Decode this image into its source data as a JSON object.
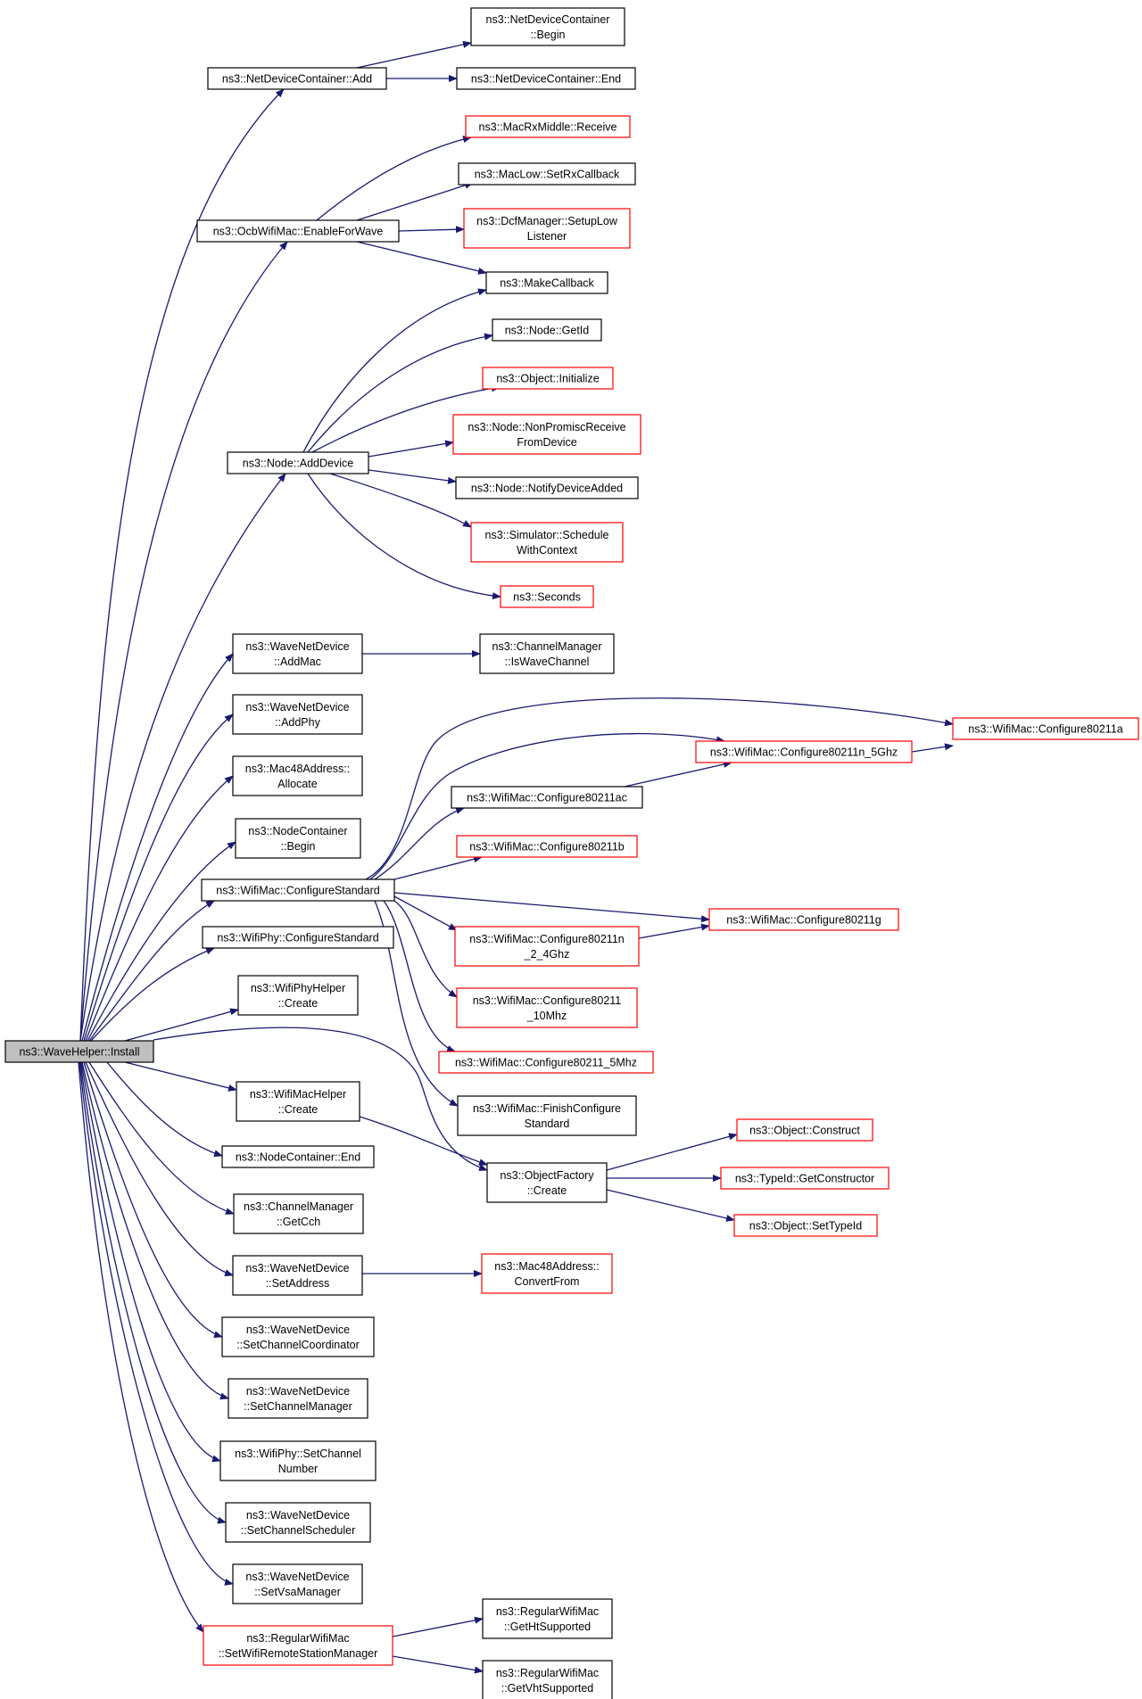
{
  "diagram": {
    "type": "call-graph",
    "colors": {
      "edge": "#191970",
      "border_default": "#000000",
      "border_truncated": "#ff0000",
      "root_fill": "#bfbfbf"
    },
    "nodes": [
      {
        "id": "install",
        "lines": [
          "ns3::WaveHelper::Install"
        ],
        "style": "root"
      },
      {
        "id": "ndc_add",
        "lines": [
          "ns3::NetDeviceContainer::Add"
        ],
        "style": "black"
      },
      {
        "id": "ndc_begin",
        "lines": [
          "ns3::NetDeviceContainer",
          "::Begin"
        ],
        "style": "black"
      },
      {
        "id": "ndc_end",
        "lines": [
          "ns3::NetDeviceContainer::End"
        ],
        "style": "black"
      },
      {
        "id": "ocb_enable",
        "lines": [
          "ns3::OcbWifiMac::EnableForWave"
        ],
        "style": "black"
      },
      {
        "id": "macrx_receive",
        "lines": [
          "ns3::MacRxMiddle::Receive"
        ],
        "style": "red"
      },
      {
        "id": "maclow_setrx",
        "lines": [
          "ns3::MacLow::SetRxCallback"
        ],
        "style": "black"
      },
      {
        "id": "dcf_setup",
        "lines": [
          "ns3::DcfManager::SetupLow",
          "Listener"
        ],
        "style": "red"
      },
      {
        "id": "make_callback",
        "lines": [
          "ns3::MakeCallback"
        ],
        "style": "black"
      },
      {
        "id": "node_getid",
        "lines": [
          "ns3::Node::GetId"
        ],
        "style": "black"
      },
      {
        "id": "object_init",
        "lines": [
          "ns3::Object::Initialize"
        ],
        "style": "red"
      },
      {
        "id": "node_adddevice",
        "lines": [
          "ns3::Node::AddDevice"
        ],
        "style": "black"
      },
      {
        "id": "node_nonpromisc",
        "lines": [
          "ns3::Node::NonPromiscReceive",
          "FromDevice"
        ],
        "style": "red"
      },
      {
        "id": "node_notify",
        "lines": [
          "ns3::Node::NotifyDeviceAdded"
        ],
        "style": "black"
      },
      {
        "id": "sim_schedule",
        "lines": [
          "ns3::Simulator::Schedule",
          "WithContext"
        ],
        "style": "red"
      },
      {
        "id": "seconds",
        "lines": [
          "ns3::Seconds"
        ],
        "style": "red"
      },
      {
        "id": "wnd_addmac",
        "lines": [
          "ns3::WaveNetDevice",
          "::AddMac"
        ],
        "style": "black"
      },
      {
        "id": "chm_iswave",
        "lines": [
          "ns3::ChannelManager",
          "::IsWaveChannel"
        ],
        "style": "black"
      },
      {
        "id": "wnd_addphy",
        "lines": [
          "ns3::WaveNetDevice",
          "::AddPhy"
        ],
        "style": "black"
      },
      {
        "id": "mac48_alloc",
        "lines": [
          "ns3::Mac48Address::",
          "Allocate"
        ],
        "style": "black"
      },
      {
        "id": "nc_begin",
        "lines": [
          "ns3::NodeContainer",
          "::Begin"
        ],
        "style": "black"
      },
      {
        "id": "wm_configstd",
        "lines": [
          "ns3::WifiMac::ConfigureStandard"
        ],
        "style": "black"
      },
      {
        "id": "wm_80211a",
        "lines": [
          "ns3::WifiMac::Configure80211a"
        ],
        "style": "red"
      },
      {
        "id": "wm_80211n5",
        "lines": [
          "ns3::WifiMac::Configure80211n_5Ghz"
        ],
        "style": "red"
      },
      {
        "id": "wm_80211ac",
        "lines": [
          "ns3::WifiMac::Configure80211ac"
        ],
        "style": "black"
      },
      {
        "id": "wm_80211b",
        "lines": [
          "ns3::WifiMac::Configure80211b"
        ],
        "style": "red"
      },
      {
        "id": "wm_80211g",
        "lines": [
          "ns3::WifiMac::Configure80211g"
        ],
        "style": "red"
      },
      {
        "id": "wm_80211n24",
        "lines": [
          "ns3::WifiMac::Configure80211n",
          "_2_4Ghz"
        ],
        "style": "red"
      },
      {
        "id": "wm_80211_10",
        "lines": [
          "ns3::WifiMac::Configure80211",
          "_10Mhz"
        ],
        "style": "red"
      },
      {
        "id": "wm_80211_5",
        "lines": [
          "ns3::WifiMac::Configure80211_5Mhz"
        ],
        "style": "red"
      },
      {
        "id": "wm_finish",
        "lines": [
          "ns3::WifiMac::FinishConfigure",
          "Standard"
        ],
        "style": "black"
      },
      {
        "id": "wp_configstd",
        "lines": [
          "ns3::WifiPhy::ConfigureStandard"
        ],
        "style": "black"
      },
      {
        "id": "wph_create",
        "lines": [
          "ns3::WifiPhyHelper",
          "::Create"
        ],
        "style": "black"
      },
      {
        "id": "wmh_create",
        "lines": [
          "ns3::WifiMacHelper",
          "::Create"
        ],
        "style": "black"
      },
      {
        "id": "of_create",
        "lines": [
          "ns3::ObjectFactory",
          "::Create"
        ],
        "style": "black"
      },
      {
        "id": "obj_construct",
        "lines": [
          "ns3::Object::Construct"
        ],
        "style": "red"
      },
      {
        "id": "typeid_getctor",
        "lines": [
          "ns3::TypeId::GetConstructor"
        ],
        "style": "red"
      },
      {
        "id": "obj_settypeid",
        "lines": [
          "ns3::Object::SetTypeId"
        ],
        "style": "red"
      },
      {
        "id": "nc_end",
        "lines": [
          "ns3::NodeContainer::End"
        ],
        "style": "black"
      },
      {
        "id": "chm_getcch",
        "lines": [
          "ns3::ChannelManager",
          "::GetCch"
        ],
        "style": "black"
      },
      {
        "id": "wnd_setaddr",
        "lines": [
          "ns3::WaveNetDevice",
          "::SetAddress"
        ],
        "style": "black"
      },
      {
        "id": "mac48_convert",
        "lines": [
          "ns3::Mac48Address::",
          "ConvertFrom"
        ],
        "style": "red"
      },
      {
        "id": "wnd_setchcoord",
        "lines": [
          "ns3::WaveNetDevice",
          "::SetChannelCoordinator"
        ],
        "style": "black"
      },
      {
        "id": "wnd_setchmgr",
        "lines": [
          "ns3::WaveNetDevice",
          "::SetChannelManager"
        ],
        "style": "black"
      },
      {
        "id": "wp_setchnum",
        "lines": [
          "ns3::WifiPhy::SetChannel",
          "Number"
        ],
        "style": "black"
      },
      {
        "id": "wnd_setchsched",
        "lines": [
          "ns3::WaveNetDevice",
          "::SetChannelScheduler"
        ],
        "style": "black"
      },
      {
        "id": "wnd_setvsa",
        "lines": [
          "ns3::WaveNetDevice",
          "::SetVsaManager"
        ],
        "style": "black"
      },
      {
        "id": "rwm_setwrsm",
        "lines": [
          "ns3::RegularWifiMac",
          "::SetWifiRemoteStationManager"
        ],
        "style": "red"
      },
      {
        "id": "rwm_getht",
        "lines": [
          "ns3::RegularWifiMac",
          "::GetHtSupported"
        ],
        "style": "black"
      },
      {
        "id": "rwm_getvht",
        "lines": [
          "ns3::RegularWifiMac",
          "::GetVhtSupported"
        ],
        "style": "black"
      }
    ]
  }
}
